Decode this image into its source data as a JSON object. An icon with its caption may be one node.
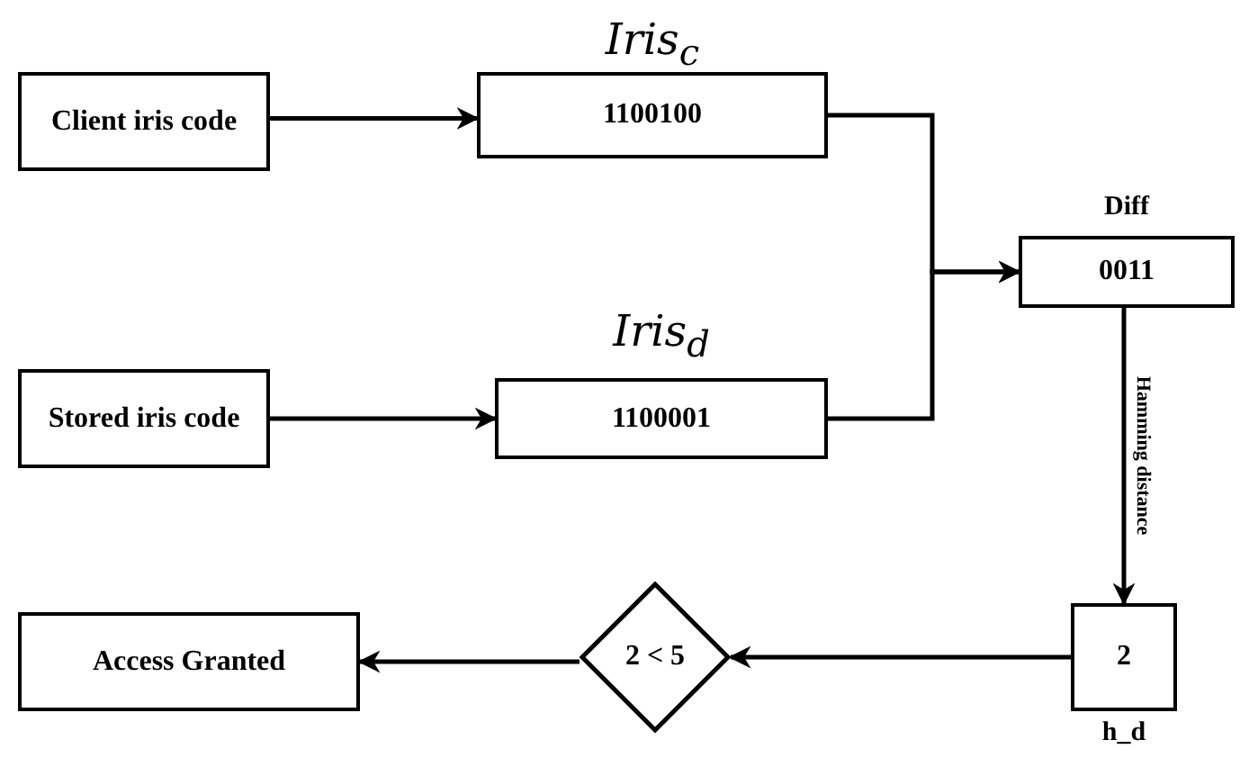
{
  "diagram": {
    "nodes": [
      {
        "text": [
          "Client iris code"
        ]
      },
      {
        "text": [
          "Iris$_{c}$",
          "1100100"
        ]
      },
      {
        "text": [
          "Stored iris code"
        ]
      },
      {
        "text": [
          "Iris$_{d}$",
          "1100001"
        ]
      },
      {
        "text": [
          "Diff",
          "0011"
        ]
      },
      {
        "text": [
          "2"
        ],
        "beside": [
          "h_d"
        ]
      },
      {
        "text": [
          "2 < 5"
        ]
      },
      {
        "text": [
          "Access Granted"
        ]
      }
    ],
    "edges": [
      {
        "from": 0,
        "to": 1,
        "arrow": "to"
      },
      {
        "from": 2,
        "to": 3,
        "arrow": "to"
      },
      {
        "from": 1,
        "to": 4,
        "arrow": "to"
      },
      {
        "from": 3,
        "to": 4,
        "arrow": "to"
      },
      {
        "from": 4,
        "to": 5,
        "arrow": "to",
        "label": "Hamming distance"
      },
      {
        "from": 5,
        "to": 6,
        "arrow": "to"
      },
      {
        "from": 6,
        "to": 7,
        "arrow": "to"
      }
    ]
  }
}
